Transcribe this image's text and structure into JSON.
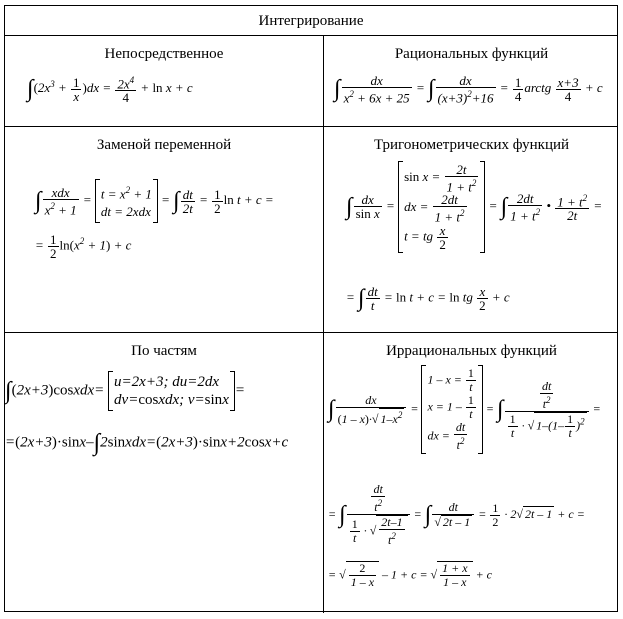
{
  "header": {
    "title": "Интегрирование"
  },
  "cells": {
    "direct": {
      "title": "Непосредственное"
    },
    "rational": {
      "title": "Рациональных функций"
    },
    "substitution": {
      "title": "Заменой переменной"
    },
    "trig": {
      "title": "Тригонометрических функций"
    },
    "parts": {
      "title": "По частям"
    },
    "irrational": {
      "title": "Иррациональных функций"
    }
  }
}
